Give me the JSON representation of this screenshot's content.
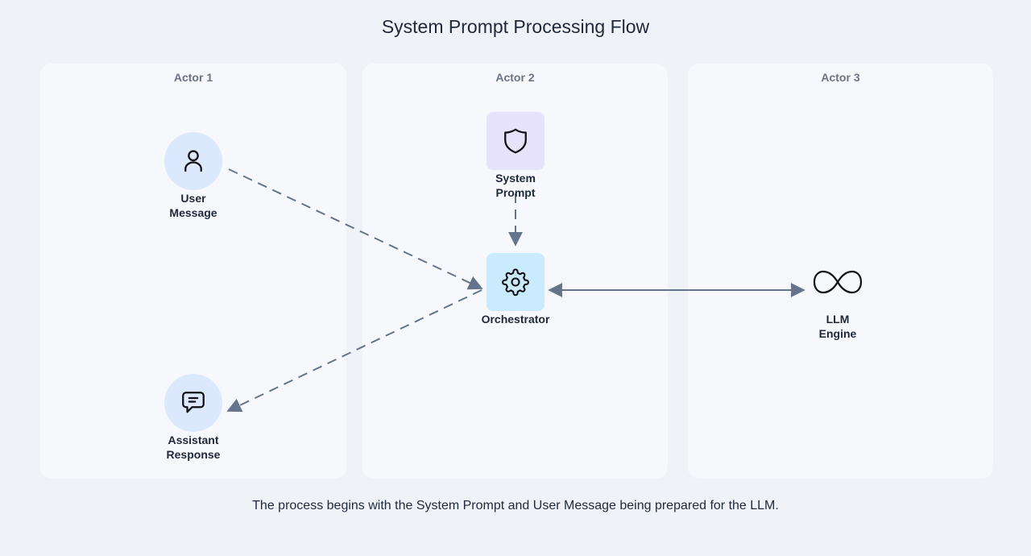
{
  "title": "System Prompt Processing Flow",
  "lanes": [
    {
      "label": "Actor 1"
    },
    {
      "label": "Actor 2"
    },
    {
      "label": "Actor 3"
    }
  ],
  "nodes": {
    "user_message": {
      "label_line1": "User",
      "label_line2": "Message",
      "icon": "user-icon",
      "color": "#dbe8fd"
    },
    "system_prompt": {
      "label_line1": "System",
      "label_line2": "Prompt",
      "icon": "shield-icon",
      "color": "#e8e3fd"
    },
    "orchestrator": {
      "label": "Orchestrator",
      "icon": "gear-icon",
      "color": "#c9ebfd"
    },
    "llm_engine": {
      "label_line1": "LLM",
      "label_line2": "Engine",
      "icon": "infinity-icon"
    },
    "assistant_response": {
      "label_line1": "Assistant",
      "label_line2": "Response",
      "icon": "chat-icon",
      "color": "#dbe8fd"
    }
  },
  "edges": [
    {
      "from": "user_message",
      "to": "orchestrator",
      "style": "dashed"
    },
    {
      "from": "system_prompt",
      "to": "orchestrator",
      "style": "dashed"
    },
    {
      "from": "orchestrator",
      "to": "llm_engine",
      "style": "solid",
      "bidirectional": true
    },
    {
      "from": "orchestrator",
      "to": "assistant_response",
      "style": "dashed"
    }
  ],
  "edge_color": "#64748b",
  "caption": "The process begins with the System Prompt and User Message being prepared for the LLM."
}
